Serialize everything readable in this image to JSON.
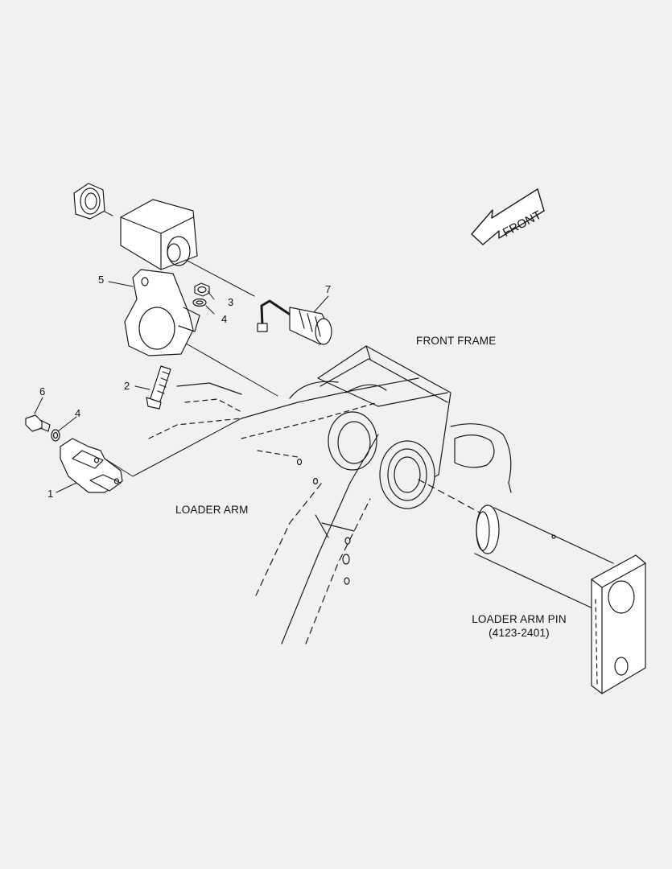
{
  "diagram": {
    "front_arrow_text": "FRONT",
    "labels": {
      "front_frame": "FRONT FRAME",
      "loader_arm": "LOADER ARM",
      "loader_arm_pin": "LOADER ARM PIN",
      "loader_arm_pin_ref": "(4123-2401)"
    },
    "callouts": [
      "1",
      "2",
      "3",
      "4",
      "4",
      "5",
      "6",
      "7"
    ]
  }
}
